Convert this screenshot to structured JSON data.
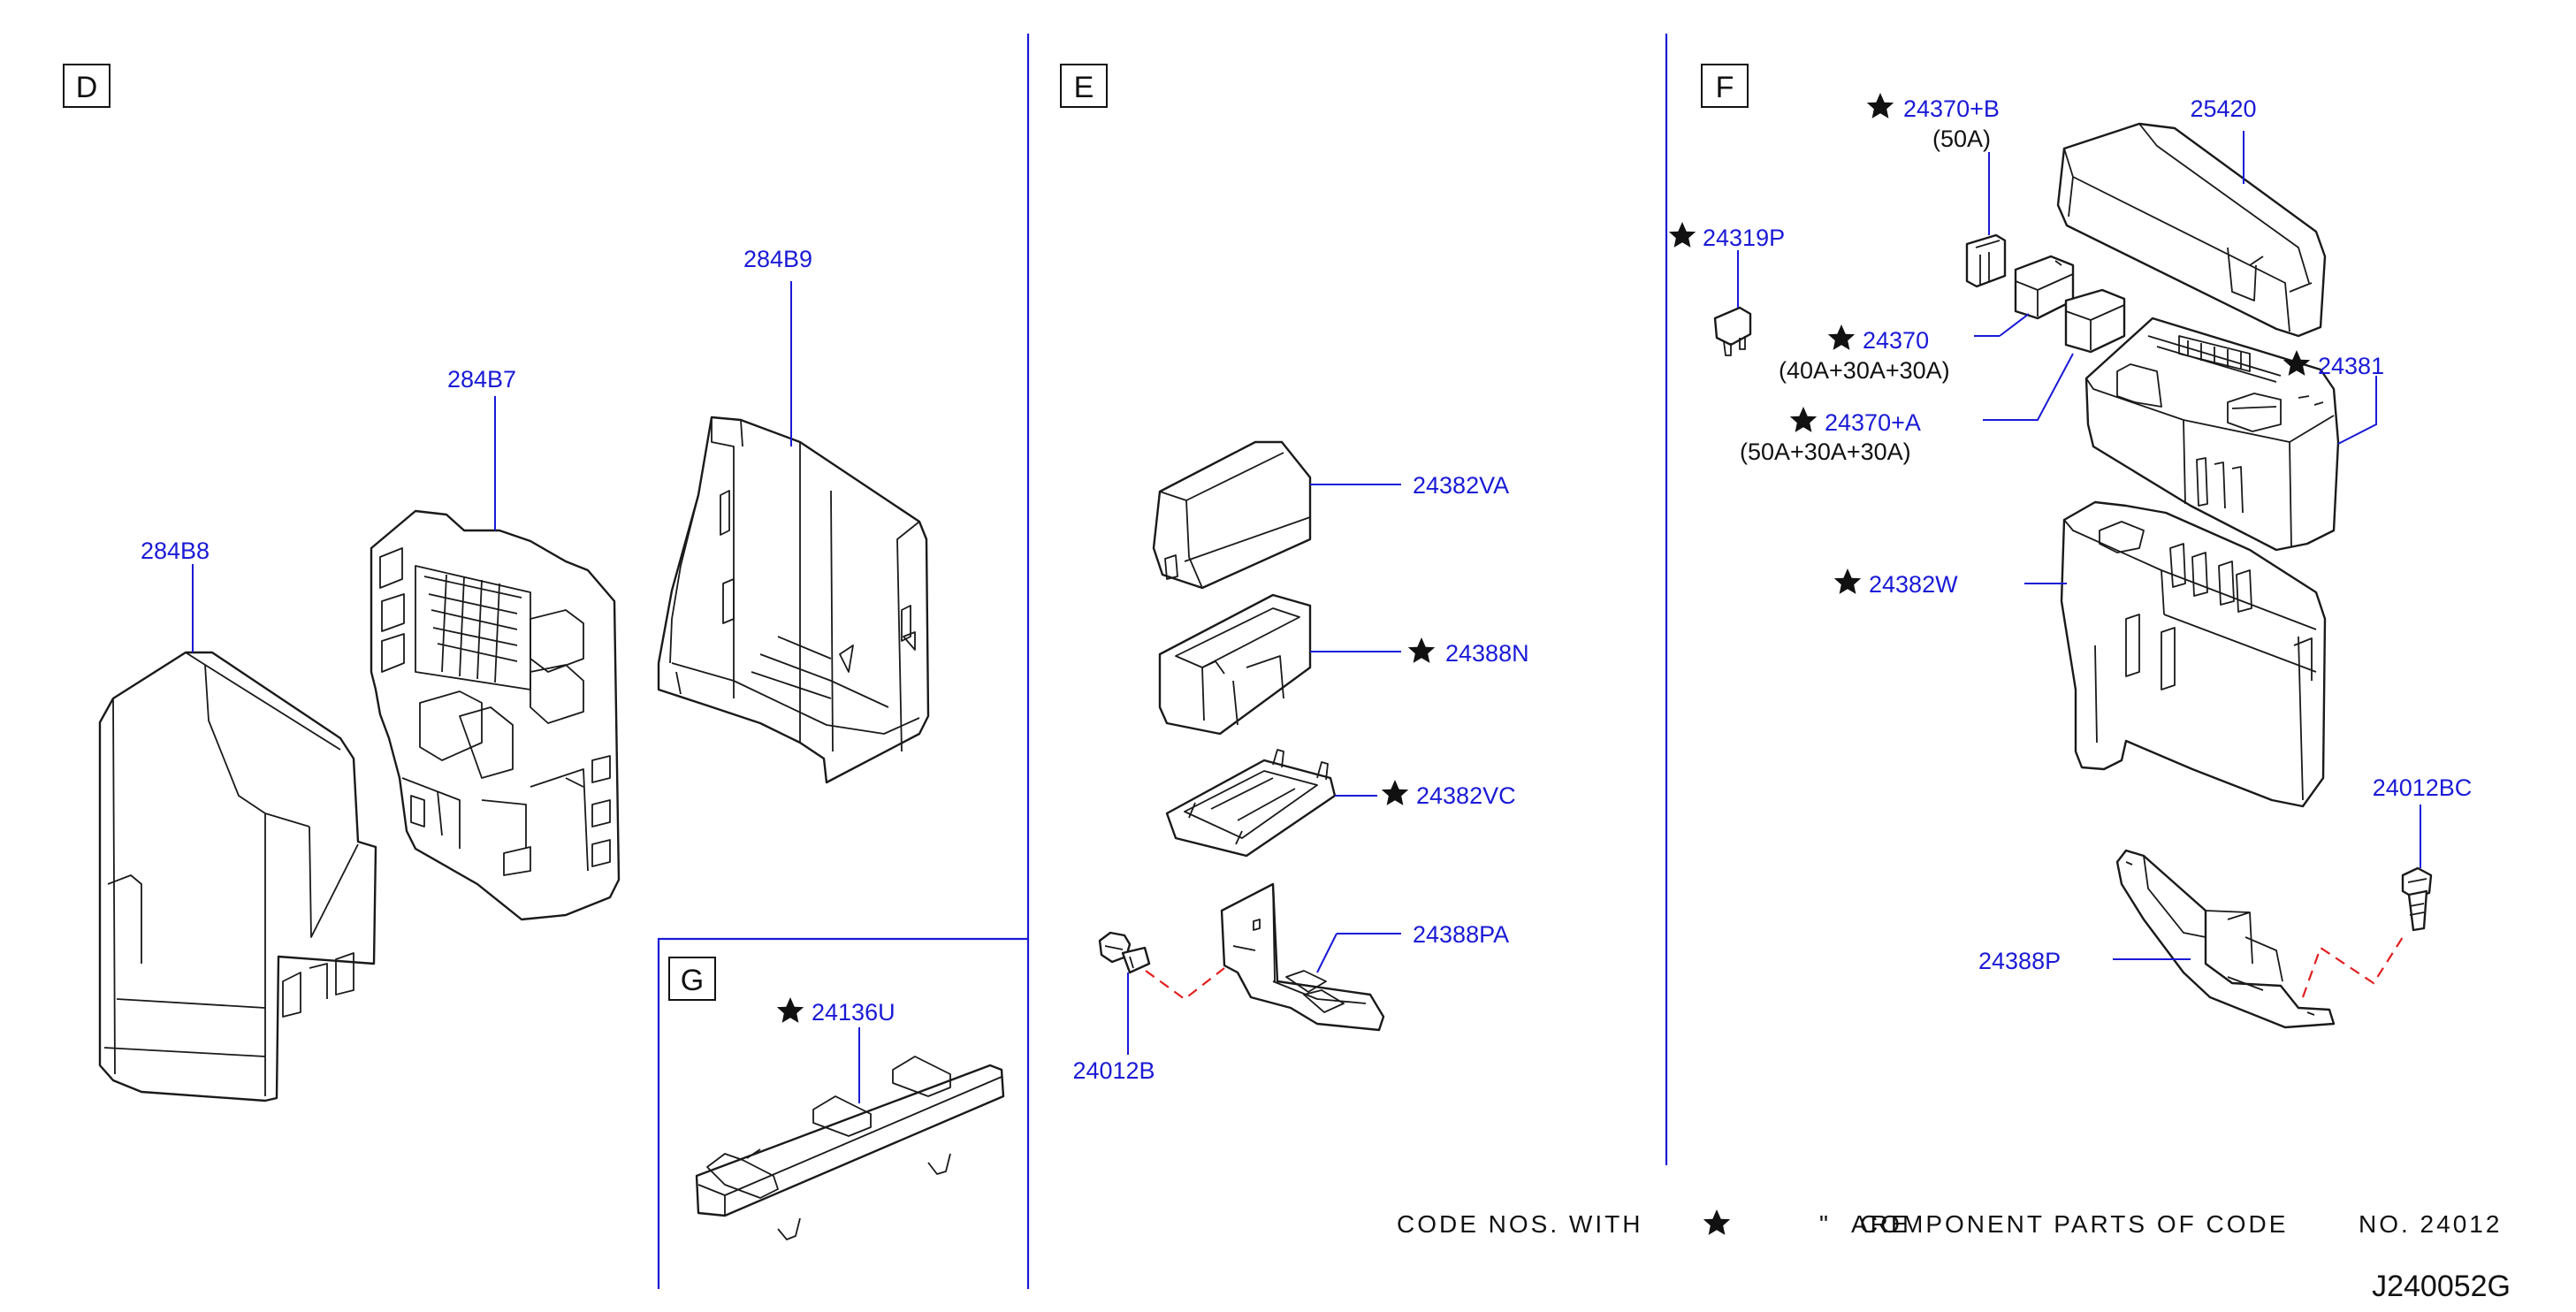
{
  "sections": {
    "d": "D",
    "e": "E",
    "f": "F",
    "g": "G"
  },
  "parts": {
    "p284B8": "284B8",
    "p284B7": "284B7",
    "p284B9": "284B9",
    "p24382VA": "24382VA",
    "p24388N": "24388N",
    "p24382VC": "24382VC",
    "p24388PA": "24388PA",
    "p24012B": "24012B",
    "p24136U": "24136U",
    "p24370B": "24370+B",
    "p24370B_rating": "(50A)",
    "p25420": "25420",
    "p24319P": "24319P",
    "p24370": "24370",
    "p24370_rating": "(40A+30A+30A)",
    "p24381": "24381",
    "p24370A": "24370+A",
    "p24370A_rating": "(50A+30A+30A)",
    "p24382W": "24382W",
    "p24012BC": "24012BC",
    "p24388P": "24388P"
  },
  "footnote": {
    "left": "CODE  NOS.  WITH",
    "quote": "\"",
    "overlap": "ARE",
    "right": "COMPONENT  PARTS  OF  CODE",
    "no": "NO.  24012"
  },
  "diagram_code": "J240052G",
  "colors": {
    "label": "#1a1ad6",
    "line": "#1a1a1a",
    "dash": "#e02020",
    "divider": "#1a1ad6"
  },
  "icons": {
    "marker": "star-icon"
  }
}
